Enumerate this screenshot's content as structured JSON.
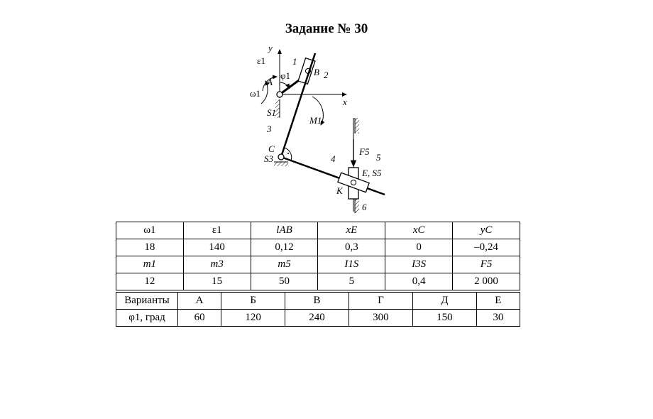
{
  "title": "Задание № 30",
  "figure": {
    "labels": {
      "y": "y",
      "x": "x",
      "eps1": "ε1",
      "omega1": "ω1",
      "phi1": "φ1",
      "A": "A",
      "B": "B",
      "S1": "S1",
      "C": "C",
      "S3": "S3",
      "M1": "M1",
      "F5": "F5",
      "E_S5": "E, S5",
      "K": "K",
      "n1": "1",
      "n2": "2",
      "n3": "3",
      "n4": "4",
      "n5": "5",
      "n6": "6"
    }
  },
  "table_params": {
    "header1": [
      "ω1",
      "ε1",
      "lAB",
      "xE",
      "xC",
      "yC"
    ],
    "row1": [
      "18",
      "140",
      "0,12",
      "0,3",
      "0",
      "–0,24"
    ],
    "header2": [
      "m1",
      "m3",
      "m5",
      "I1S",
      "I3S",
      "F5"
    ],
    "row2": [
      "12",
      "15",
      "50",
      "5",
      "0,4",
      "2 000"
    ]
  },
  "table_variants": {
    "header_label": "Варианты",
    "variants": [
      "А",
      "Б",
      "В",
      "Г",
      "Д",
      "Е"
    ],
    "row_label": "φ1, град",
    "values": [
      "60",
      "120",
      "240",
      "300",
      "150",
      "30"
    ]
  }
}
